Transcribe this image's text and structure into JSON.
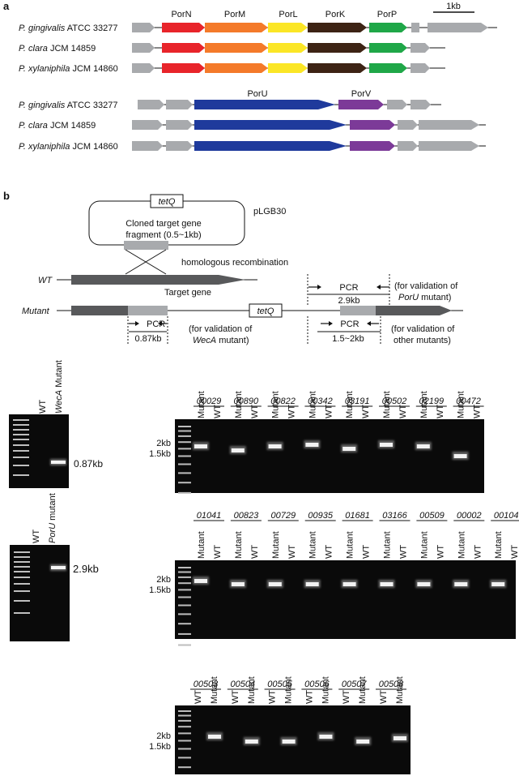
{
  "panel_a": {
    "label": "a",
    "scale_label": "1kb",
    "block1": {
      "gene_names": [
        "PorN",
        "PorM",
        "PorL",
        "PorK",
        "PorP"
      ],
      "rows": [
        {
          "species": "P. gingivalis",
          "strain": "ATCC 33277"
        },
        {
          "species": "P. clara",
          "strain": "JCM 14859"
        },
        {
          "species": "P. xylaniphila",
          "strain": "JCM 14860"
        }
      ]
    },
    "block2": {
      "gene_names": [
        "PorU",
        "PorV"
      ],
      "rows": [
        {
          "species": "P. gingivalis",
          "strain": "ATCC 33277"
        },
        {
          "species": "P. clara",
          "strain": "JCM 14859"
        },
        {
          "species": "P. xylaniphila",
          "strain": "JCM 14860"
        }
      ]
    },
    "colors": {
      "gray": "#a8aaad",
      "PorN": "#e8242a",
      "PorM": "#f47a2a",
      "PorL": "#fbe626",
      "PorK": "#3d2314",
      "PorP": "#1fa748",
      "PorU": "#1f3a9c",
      "PorV": "#7c3a98"
    }
  },
  "panel_b": {
    "label": "b",
    "plasmid": {
      "marker": "tetQ",
      "name": "pLGB30",
      "insert_line1": "Cloned target gene",
      "insert_line2": "fragment (0.5~1kb)",
      "recombination": "homologous recombination"
    },
    "wt": {
      "label": "WT",
      "gene_label": "Target gene"
    },
    "mutant": {
      "label": "Mutant",
      "marker": "tetQ",
      "pcr_left": {
        "label": "PCR",
        "size": "0.87kb",
        "note_prefix": "(for validation of",
        "note_gene": "WecA",
        "note_suffix": "mutant)"
      },
      "pcr_top": {
        "label": "PCR",
        "size": "2.9kb",
        "note_prefix": "(for validation of",
        "note_gene": "PorU",
        "note_suffix": "mutant)"
      },
      "pcr_bottom": {
        "label": "PCR",
        "size": "1.5~2kb",
        "note_line1": "(for validation of",
        "note_line2": "other mutants)"
      }
    },
    "colors": {
      "dark_gray": "#58595b",
      "light_gray": "#a8aaad"
    }
  },
  "gels": {
    "wecA": {
      "lane_wt": "WT",
      "lane_mut_gene": "WecA",
      "lane_mut_word": "Mutant",
      "band_label": "0.87kb"
    },
    "porU": {
      "lane_wt": "WT",
      "lane_mut_gene": "PorU",
      "lane_mut_word": "mutant",
      "band_label": "2.9kb"
    },
    "gel1": {
      "genes": [
        "00029",
        "00890",
        "00822",
        "00342",
        "03191",
        "00502",
        "02199",
        "00472"
      ],
      "lanes": [
        "Mutant",
        "WT"
      ],
      "size_labels": [
        "2kb",
        "1.5kb"
      ]
    },
    "gel2": {
      "genes": [
        "01041",
        "00823",
        "00729",
        "00935",
        "01681",
        "03166",
        "00509",
        "00002",
        "00104"
      ],
      "lanes": [
        "Mutant",
        "WT"
      ],
      "size_labels": [
        "2kb",
        "1.5kb"
      ]
    },
    "gel3": {
      "genes": [
        "00503",
        "00504",
        "00505",
        "00506",
        "00507",
        "00508"
      ],
      "lanes": [
        "WT",
        "Mutant"
      ],
      "size_labels": [
        "2kb",
        "1.5kb"
      ]
    }
  }
}
